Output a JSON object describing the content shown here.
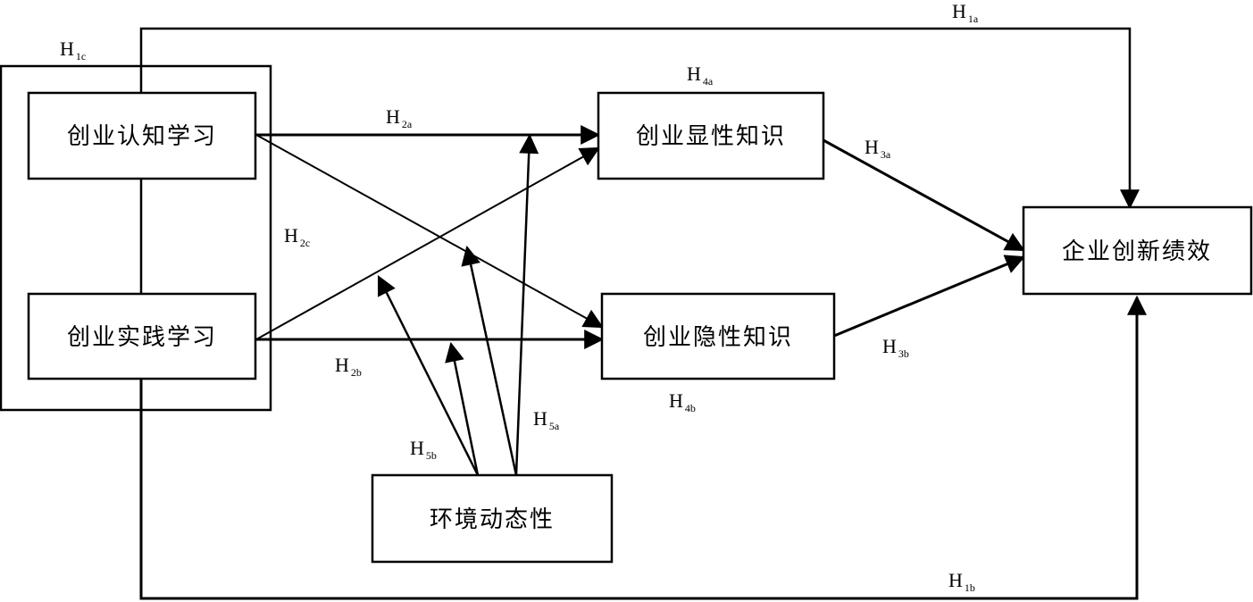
{
  "nodes": {
    "cognitive_learning": "创业认知学习",
    "practice_learning": "创业实践学习",
    "explicit_knowledge": "创业显性知识",
    "tacit_knowledge": "创业隐性知识",
    "innovation_performance": "企业创新绩效",
    "env_dynamism": "环境动态性"
  },
  "hypotheses": {
    "h1a": {
      "main": "H",
      "sub": "1a"
    },
    "h1b": {
      "main": "H",
      "sub": "1b"
    },
    "h1c": {
      "main": "H",
      "sub": "1c"
    },
    "h2a": {
      "main": "H",
      "sub": "2a"
    },
    "h2b": {
      "main": "H",
      "sub": "2b"
    },
    "h2c": {
      "main": "H",
      "sub": "2c"
    },
    "h3a": {
      "main": "H",
      "sub": "3a"
    },
    "h3b": {
      "main": "H",
      "sub": "3b"
    },
    "h4a": {
      "main": "H",
      "sub": "4a"
    },
    "h4b": {
      "main": "H",
      "sub": "4b"
    },
    "h5a": {
      "main": "H",
      "sub": "5a"
    },
    "h5b": {
      "main": "H",
      "sub": "5b"
    }
  }
}
